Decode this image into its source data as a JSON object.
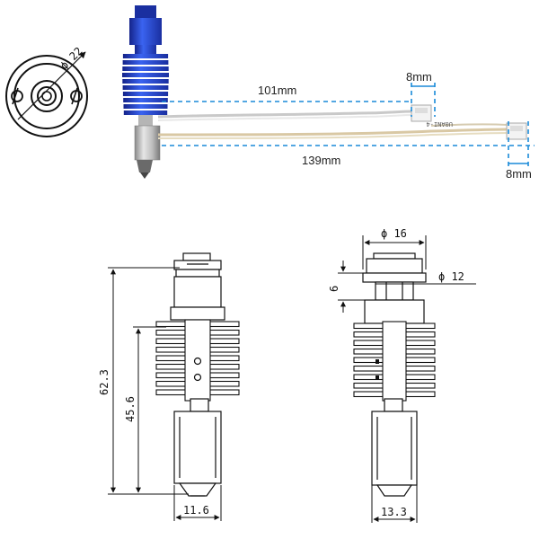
{
  "top": {
    "diameter_label": "ϕ 22",
    "wire_length_short": "101mm",
    "wire_length_long": "139mm",
    "connector_width_1": "8mm",
    "connector_width_2": "8mm",
    "connector_print": "U0ANI-4"
  },
  "left_view": {
    "total_height": "62.3",
    "heatsink_height": "45.6",
    "bottom_width": "11.6"
  },
  "right_view": {
    "top_diameter": "ϕ 16",
    "groove_diameter": "ϕ 12",
    "groove_height": "6",
    "bottom_width": "13.3"
  },
  "colors": {
    "heatsink_blue": "#2a4fd8",
    "dim_blue": "#1a8ad8",
    "line": "#111111"
  }
}
